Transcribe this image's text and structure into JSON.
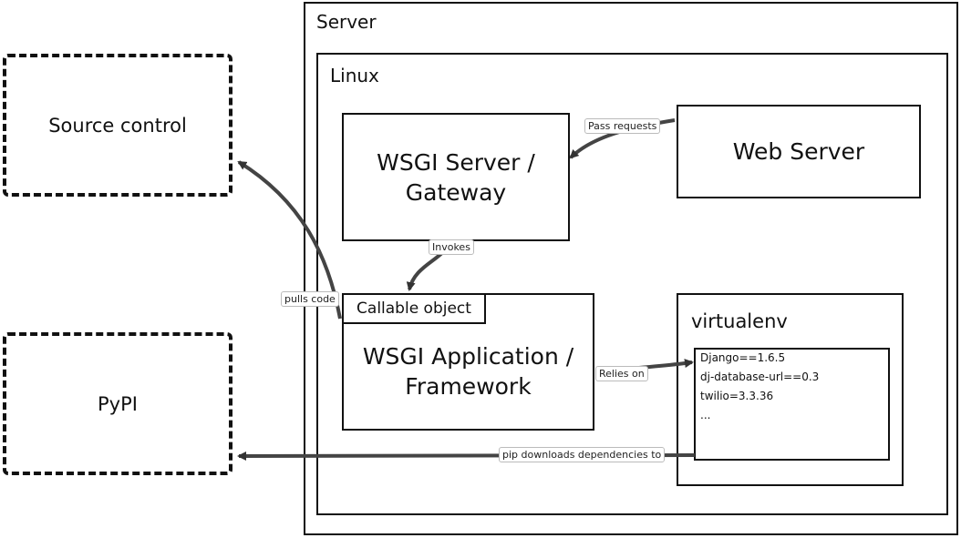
{
  "server": {
    "label": "Server"
  },
  "linux": {
    "label": "Linux"
  },
  "source_control": {
    "label": "Source control"
  },
  "pypi": {
    "label": "PyPI"
  },
  "wsgi_server": {
    "line1": "WSGI Server /",
    "line2": "Gateway"
  },
  "web_server": {
    "label": "Web Server"
  },
  "callable": {
    "label": "Callable object"
  },
  "wsgi_app": {
    "line1": "WSGI Application /",
    "line2": "Framework"
  },
  "virtualenv": {
    "label": "virtualenv",
    "dependencies": [
      "Django==1.6.5",
      "dj-database-url==0.3",
      "twilio=3.3.36",
      "..."
    ]
  },
  "edges": {
    "pass_requests": "Pass requests",
    "invokes": "Invokes",
    "pulls_code": "pulls code",
    "relies_on": "Relies on",
    "pip_downloads": "pip downloads dependencies to"
  }
}
